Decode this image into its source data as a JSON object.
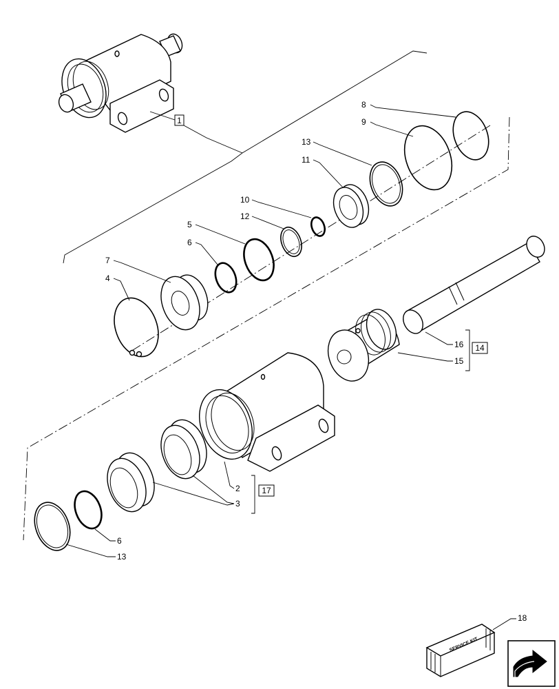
{
  "callouts": {
    "c1": "1",
    "c2": "2",
    "c3": "3",
    "c4": "4",
    "c5": "5",
    "c6a": "6",
    "c6b": "6",
    "c7": "7",
    "c8": "8",
    "c9": "9",
    "c10": "10",
    "c11": "11",
    "c12": "12",
    "c13a": "13",
    "c13b": "13",
    "c14": "14",
    "c15": "15",
    "c16": "16",
    "c17": "17",
    "c18": "18"
  },
  "service_kit": {
    "label": "SERVICE KIT"
  },
  "nav": {
    "icon": "next-page-arrow-icon"
  }
}
